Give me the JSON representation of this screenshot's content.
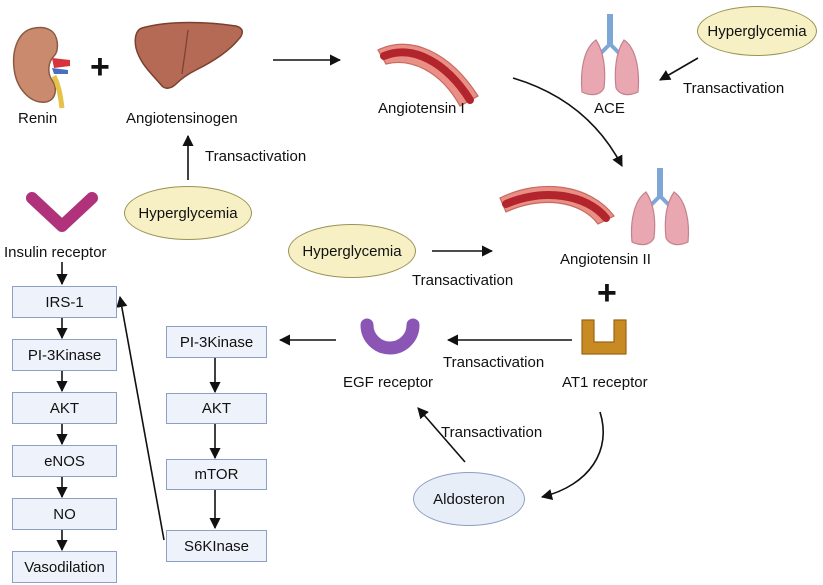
{
  "labels": {
    "renin": "Renin",
    "angiotensinogen": "Angiotensinogen",
    "angiotensin_i": "Angiotensin I",
    "ace": "ACE",
    "angiotensin_ii": "Angiotensin II",
    "insulin_receptor": "Insulin receptor",
    "egf_receptor": "EGF receptor",
    "at1_receptor": "AT1 receptor",
    "plus": "+"
  },
  "hyperglycemia": "Hyperglycemia",
  "aldosteron": "Aldosteron",
  "transactivation": "Transactivation",
  "insulin_pathway": [
    "IRS-1",
    "PI-3Kinase",
    "AKT",
    "eNOS",
    "NO",
    "Vasodilation"
  ],
  "egf_pathway": [
    "PI-3Kinase",
    "AKT",
    "mTOR",
    "S6KInase"
  ],
  "colors": {
    "hyperglycemia_fill": "#f6f0c4",
    "box_fill": "#eef3fb",
    "box_border": "#8d9fc6",
    "vessel_outer": "#e98f86",
    "vessel_inner": "#b2252c",
    "lung": "#e8a7b1",
    "trachea": "#7fa7d6",
    "liver": "#b46a55",
    "kidney": "#c98a6d",
    "insulin_receptor": "#b0327a",
    "egf_receptor": "#8a55b4",
    "at1_receptor": "#c88a22"
  },
  "icons": [
    "kidney-icon",
    "liver-icon",
    "blood-vessel-icon",
    "lungs-icon",
    "insulin-receptor-icon",
    "egf-receptor-icon",
    "at1-receptor-icon"
  ]
}
